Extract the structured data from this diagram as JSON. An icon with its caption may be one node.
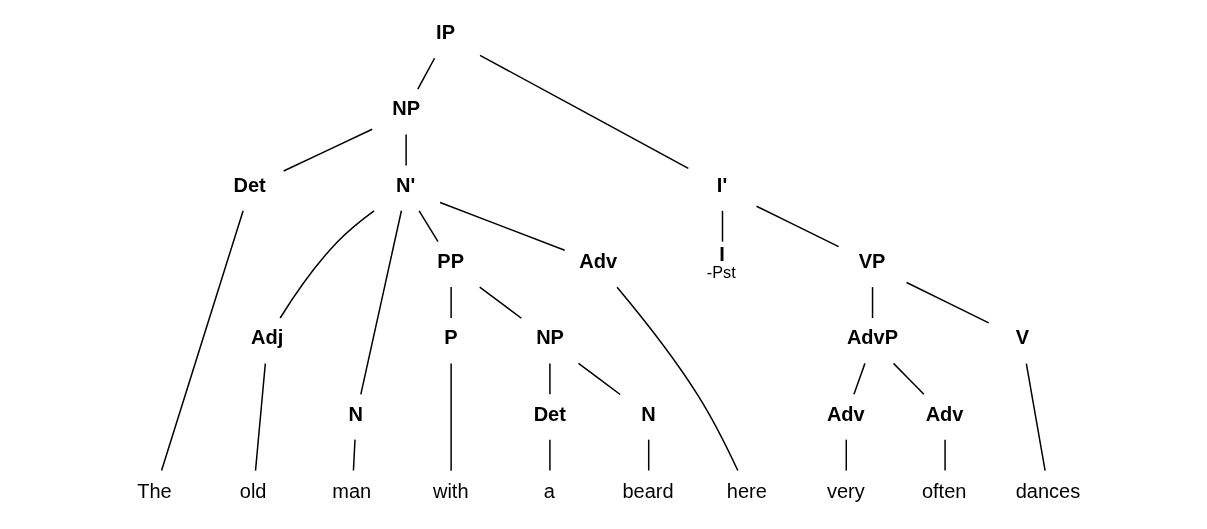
{
  "diagram": {
    "nodes": [
      {
        "text": [
          "IP"
        ]
      },
      {
        "text": [
          "NP"
        ]
      },
      {
        "text": [
          "I'"
        ]
      },
      {
        "text": [
          "Det"
        ]
      },
      {
        "text": [
          "N'"
        ]
      },
      {
        "text": [
          "I"
        ],
        "beside": [
          "-Pst"
        ]
      },
      {
        "text": [
          "VP"
        ]
      },
      {
        "text": [
          "Adj"
        ]
      },
      {
        "text": [
          "N"
        ]
      },
      {
        "text": [
          "PP"
        ]
      },
      {
        "text": [
          "Adv"
        ]
      },
      {
        "text": [
          "AdvP"
        ]
      },
      {
        "text": [
          "V"
        ]
      },
      {
        "text": [
          "P"
        ]
      },
      {
        "text": [
          "NP"
        ]
      },
      {
        "text": [
          "Adv"
        ]
      },
      {
        "text": [
          "Adv"
        ]
      },
      {
        "text": [
          "Det"
        ]
      },
      {
        "text": [
          "N"
        ]
      },
      {
        "text": [
          "The"
        ]
      },
      {
        "text": [
          "old"
        ]
      },
      {
        "text": [
          "man"
        ]
      },
      {
        "text": [
          "with"
        ]
      },
      {
        "text": [
          "a"
        ]
      },
      {
        "text": [
          "beard"
        ]
      },
      {
        "text": [
          "here"
        ]
      },
      {
        "text": [
          "very"
        ]
      },
      {
        "text": [
          "often"
        ]
      },
      {
        "text": [
          "dances"
        ]
      }
    ],
    "edges": [
      {
        "from": 0,
        "to": 1,
        "arrow": "none"
      },
      {
        "from": 0,
        "to": 2,
        "arrow": "none"
      },
      {
        "from": 1,
        "to": 3,
        "arrow": "none"
      },
      {
        "from": 1,
        "to": 4,
        "arrow": "none"
      },
      {
        "from": 2,
        "to": 5,
        "arrow": "none"
      },
      {
        "from": 2,
        "to": 6,
        "arrow": "none"
      },
      {
        "from": 3,
        "to": 19,
        "arrow": "none"
      },
      {
        "from": 4,
        "to": 7,
        "arrow": "none"
      },
      {
        "from": 4,
        "to": 8,
        "arrow": "none"
      },
      {
        "from": 4,
        "to": 9,
        "arrow": "none"
      },
      {
        "from": 4,
        "to": 10,
        "arrow": "none"
      },
      {
        "from": 7,
        "to": 20,
        "arrow": "none"
      },
      {
        "from": 8,
        "to": 21,
        "arrow": "none"
      },
      {
        "from": 9,
        "to": 13,
        "arrow": "none"
      },
      {
        "from": 9,
        "to": 14,
        "arrow": "none"
      },
      {
        "from": 13,
        "to": 22,
        "arrow": "none"
      },
      {
        "from": 14,
        "to": 17,
        "arrow": "none"
      },
      {
        "from": 14,
        "to": 18,
        "arrow": "none"
      },
      {
        "from": 17,
        "to": 23,
        "arrow": "none"
      },
      {
        "from": 18,
        "to": 24,
        "arrow": "none"
      },
      {
        "from": 10,
        "to": 25,
        "arrow": "none"
      },
      {
        "from": 6,
        "to": 11,
        "arrow": "none"
      },
      {
        "from": 6,
        "to": 12,
        "arrow": "none"
      },
      {
        "from": 11,
        "to": 15,
        "arrow": "none"
      },
      {
        "from": 11,
        "to": 16,
        "arrow": "none"
      },
      {
        "from": 15,
        "to": 26,
        "arrow": "none"
      },
      {
        "from": 16,
        "to": 27,
        "arrow": "none"
      },
      {
        "from": 12,
        "to": 28,
        "arrow": "none"
      }
    ]
  }
}
